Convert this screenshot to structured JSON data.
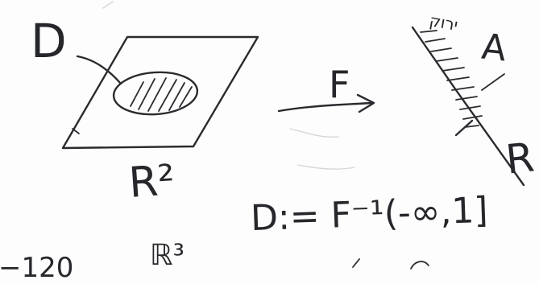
{
  "labels": {
    "set_D": "D",
    "map_F": "F",
    "domain_R2": "R²",
    "target_A": "A",
    "target_R": "R",
    "hebrew_note": "ירוק",
    "definition": "D:= F⁻¹(-∞,1]",
    "bottom_left_fragment": "−120",
    "bottom_mid_fragment": "ℝ³"
  },
  "colors": {
    "ink": "#2a2b2f",
    "paper": "#fdfdfd"
  }
}
